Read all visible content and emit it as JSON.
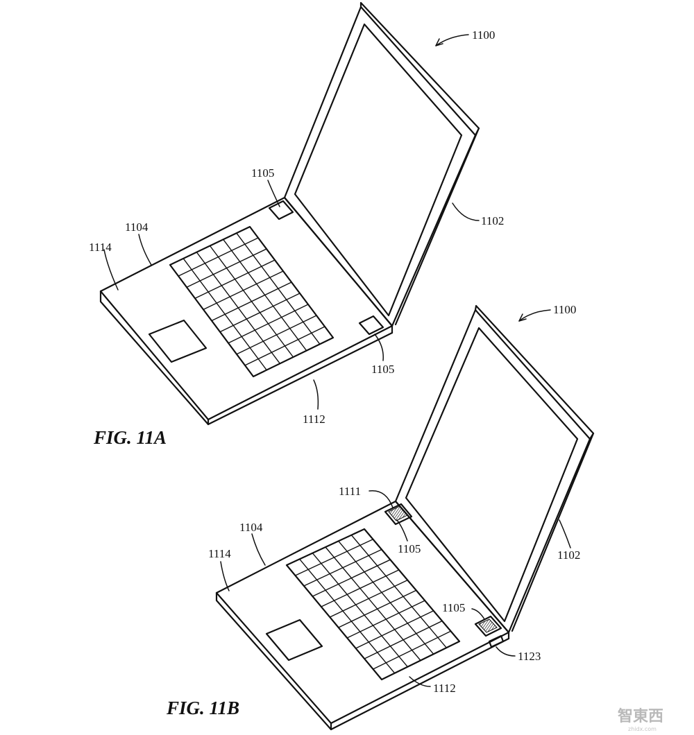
{
  "figure_a": {
    "caption": "FIG. 11A",
    "labels": {
      "device": "1100",
      "display_housing": "1102",
      "base_edge": "1104",
      "sensor_top": "1105",
      "sensor_bottom": "1105",
      "front_edge": "1112",
      "palm_rest": "1114"
    }
  },
  "figure_b": {
    "caption": "FIG. 11B",
    "labels": {
      "device": "1100",
      "display_housing": "1102",
      "base_edge": "1104",
      "sensor_top": "1105",
      "sensor_bottom": "1105",
      "sensor_hatch": "1111",
      "front_edge": "1112",
      "palm_rest": "1114",
      "port": "1123"
    }
  },
  "watermark": {
    "logo": "智東西",
    "url": "zhidx.com"
  }
}
